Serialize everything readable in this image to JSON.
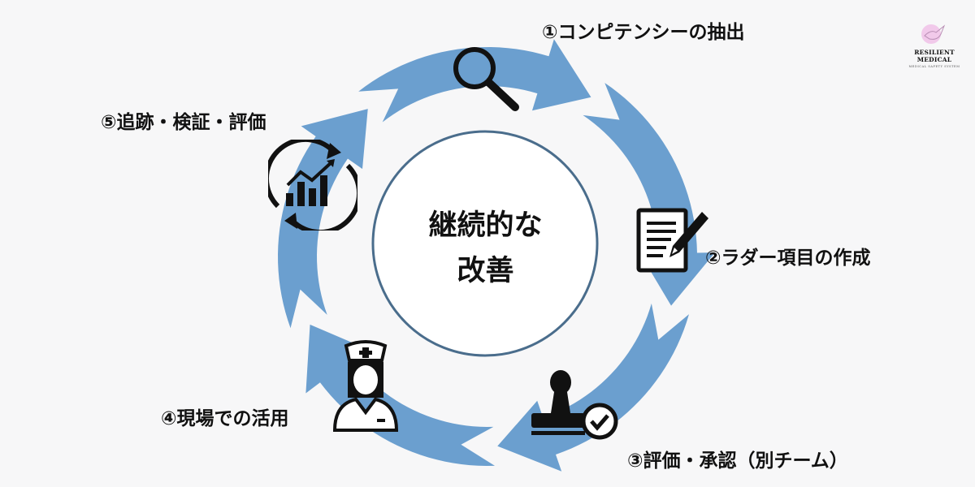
{
  "diagram": {
    "center_line1": "継続的な",
    "center_line2": "改善",
    "steps": [
      {
        "label": "①コンピテンシーの抽出",
        "icon": "magnifier-icon"
      },
      {
        "label": "②ラダー項目の作成",
        "icon": "document-pencil-icon"
      },
      {
        "label": "③評価・承認（別チーム）",
        "icon": "stamp-check-icon"
      },
      {
        "label": "④現場での活用",
        "icon": "nurse-icon"
      },
      {
        "label": "⑤追跡・検証・評価",
        "icon": "chart-cycle-icon"
      }
    ],
    "ring_color": "#6b9fcf"
  },
  "logo": {
    "title": "RESILIENT MEDICAL",
    "subtitle": "MEDICAL SAFETY SYSTEM"
  }
}
